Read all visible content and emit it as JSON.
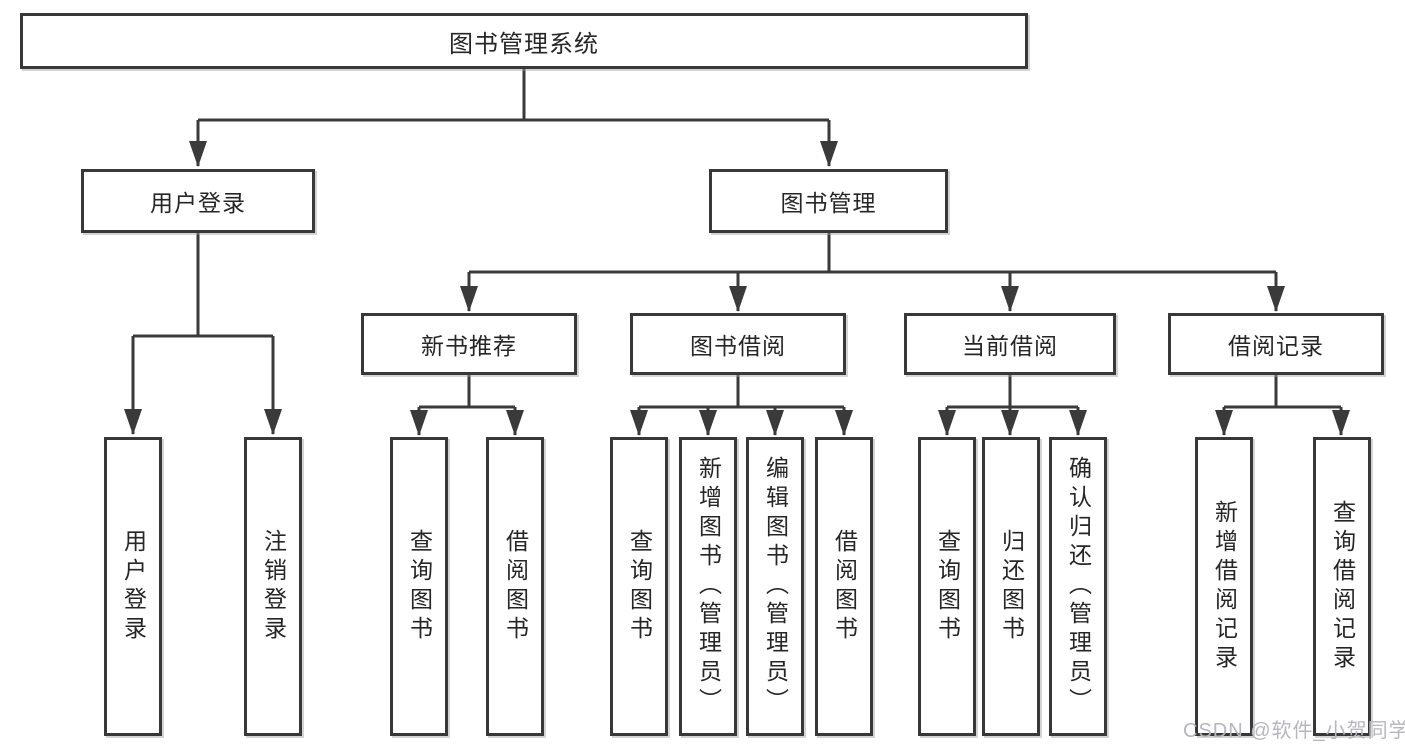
{
  "colors": {
    "line": "#3a3a3a",
    "box_border": "#383838",
    "text": "#262626",
    "watermark": "#b6b6bf",
    "background": "#ffffff"
  },
  "watermark": {
    "text": "CSDN @软件_小贺同学"
  },
  "chart": {
    "root": {
      "label": "图书管理系统"
    },
    "branches": {
      "user_login": {
        "label": "用户登录",
        "children": {
          "login": {
            "label": "用户登录"
          },
          "logout": {
            "label": "注销登录"
          }
        }
      },
      "book_management": {
        "label": "图书管理",
        "sections": {
          "new_book_recommend": {
            "label": "新书推荐",
            "children": {
              "query_books": {
                "label": "查询图书"
              },
              "borrow_books": {
                "label": "借阅图书"
              }
            }
          },
          "book_borrowing": {
            "label": "图书借阅",
            "children": {
              "query_books": {
                "label": "查询图书"
              },
              "add_books_admin": {
                "label": "新增图书（管理员）"
              },
              "edit_books_admin": {
                "label": "编辑图书（管理员）"
              },
              "borrow_books": {
                "label": "借阅图书"
              }
            }
          },
          "current_borrowing": {
            "label": "当前借阅",
            "children": {
              "query_books": {
                "label": "查询图书"
              },
              "return_books": {
                "label": "归还图书"
              },
              "confirm_return_admin": {
                "label": "确认归还（管理员）"
              }
            }
          },
          "borrowing_records": {
            "label": "借阅记录",
            "children": {
              "add_borrow_record": {
                "label": "新增借阅记录"
              },
              "query_borrow_record": {
                "label": "查询借阅记录"
              }
            }
          }
        }
      }
    }
  }
}
